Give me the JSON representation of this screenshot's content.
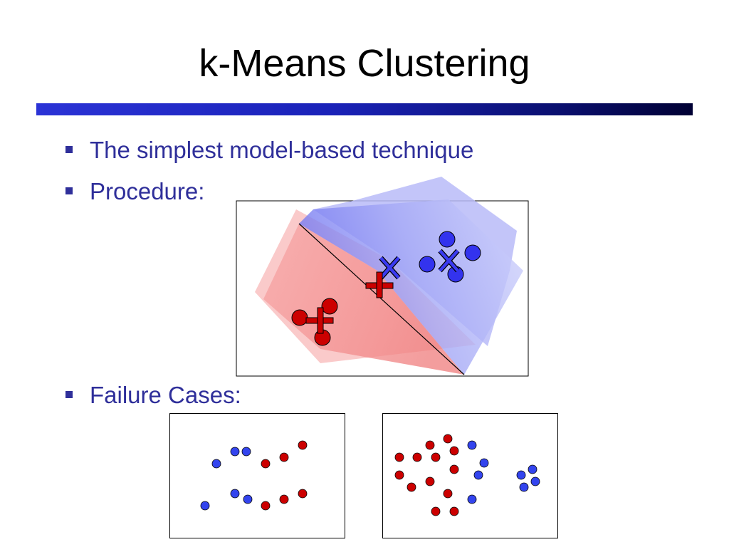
{
  "slide": {
    "title": "k-Means Clustering",
    "bullets": [
      "The simplest model-based technique",
      "Procedure:",
      "Failure Cases:"
    ]
  },
  "colors": {
    "text_blue": "#2f2f9a",
    "cluster_blue": "#3333ee",
    "cluster_red": "#cc0000",
    "bar_start": "#2b33d6",
    "bar_end": "#000033"
  },
  "icons": [
    "square-bullet-icon",
    "centroid-cross-icon",
    "centroid-plus-icon"
  ]
}
